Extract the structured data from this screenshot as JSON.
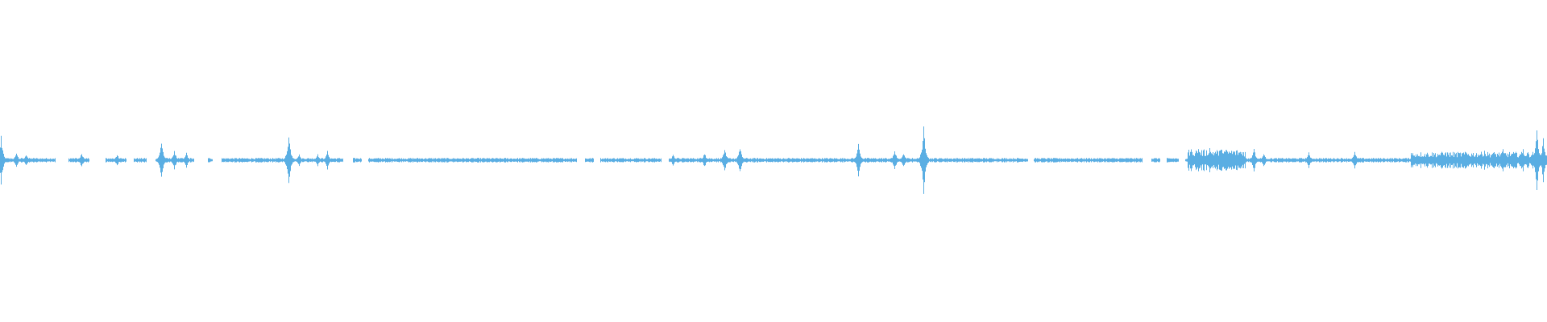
{
  "waveform": {
    "color": "#5aaee3",
    "background": "#ffffff",
    "events": [
      {
        "t": 0.0,
        "amp": 0.16
      },
      {
        "t": 0.01,
        "amp": 0.05
      },
      {
        "t": 0.016,
        "amp": 0.04
      },
      {
        "t": 0.052,
        "amp": 0.05
      },
      {
        "t": 0.075,
        "amp": 0.04
      },
      {
        "t": 0.104,
        "amp": 0.13
      },
      {
        "t": 0.112,
        "amp": 0.07
      },
      {
        "t": 0.12,
        "amp": 0.05
      },
      {
        "t": 0.186,
        "amp": 0.18
      },
      {
        "t": 0.193,
        "amp": 0.04
      },
      {
        "t": 0.205,
        "amp": 0.04
      },
      {
        "t": 0.211,
        "amp": 0.06
      },
      {
        "t": 0.435,
        "amp": 0.04
      },
      {
        "t": 0.455,
        "amp": 0.05
      },
      {
        "t": 0.468,
        "amp": 0.08
      },
      {
        "t": 0.478,
        "amp": 0.09
      },
      {
        "t": 0.555,
        "amp": 0.11
      },
      {
        "t": 0.578,
        "amp": 0.07
      },
      {
        "t": 0.584,
        "amp": 0.05
      },
      {
        "t": 0.597,
        "amp": 0.22
      },
      {
        "t": 0.77,
        "amp": 0.08
      },
      {
        "t": 0.775,
        "amp": 0.09
      },
      {
        "t": 0.782,
        "amp": 0.08
      },
      {
        "t": 0.79,
        "amp": 0.07
      },
      {
        "t": 0.8,
        "amp": 0.07
      },
      {
        "t": 0.811,
        "amp": 0.08
      },
      {
        "t": 0.817,
        "amp": 0.05
      },
      {
        "t": 0.846,
        "amp": 0.05
      },
      {
        "t": 0.876,
        "amp": 0.06
      },
      {
        "t": 0.935,
        "amp": 0.05
      },
      {
        "t": 0.948,
        "amp": 0.05
      },
      {
        "t": 0.96,
        "amp": 0.06
      },
      {
        "t": 0.972,
        "amp": 0.07
      },
      {
        "t": 0.985,
        "amp": 0.07
      },
      {
        "t": 0.994,
        "amp": 0.22
      },
      {
        "t": 0.998,
        "amp": 0.14
      }
    ],
    "dense_regions": [
      {
        "from": 0.768,
        "to": 0.805,
        "amp": 0.045
      },
      {
        "from": 0.912,
        "to": 1.0,
        "amp": 0.035
      }
    ],
    "silent_gaps": [
      [
        0.036,
        0.044
      ],
      [
        0.058,
        0.068
      ],
      [
        0.082,
        0.086
      ],
      [
        0.095,
        0.1
      ],
      [
        0.126,
        0.134
      ],
      [
        0.138,
        0.143
      ],
      [
        0.222,
        0.228
      ],
      [
        0.234,
        0.238
      ],
      [
        0.373,
        0.378
      ],
      [
        0.384,
        0.388
      ],
      [
        0.428,
        0.432
      ],
      [
        0.665,
        0.668
      ],
      [
        0.739,
        0.744
      ],
      [
        0.75,
        0.754
      ],
      [
        0.762,
        0.766
      ]
    ]
  }
}
